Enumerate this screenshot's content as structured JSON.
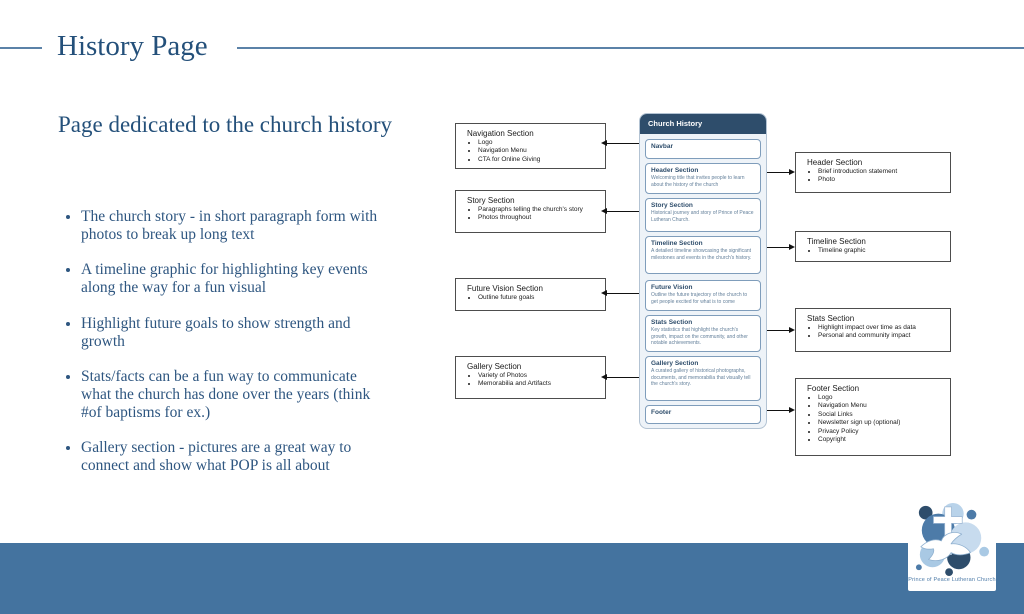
{
  "header": {
    "title": "History Page"
  },
  "notes": {
    "heading": "Page dedicated to the church history",
    "bullets": [
      "The church story - in short paragraph form with photos to break up long text",
      "A timeline graphic for highlighting key events along the way for a fun visual",
      "Highlight future goals to show strength and growth",
      "Stats/facts can be a fun way to communicate what the church has done over the years (think #of baptisms for ex.)",
      "Gallery section - pictures are a great way to connect and show what POP is all about"
    ]
  },
  "diagram": {
    "left_boxes": [
      {
        "title": "Navigation Section",
        "bullets": [
          "Logo",
          "Navigation Menu",
          "CTA for Online Giving"
        ]
      },
      {
        "title": "Story Section",
        "bullets": [
          "Paragraphs telling the church's story",
          "Photos throughout"
        ]
      },
      {
        "title": "Future Vision Section",
        "bullets": [
          "Outline future goals"
        ]
      },
      {
        "title": "Gallery Section",
        "bullets": [
          "Variety of Photos",
          "Memorabilia and Artifacts"
        ]
      }
    ],
    "center": {
      "header": "Church History",
      "items": [
        {
          "title": "Navbar",
          "desc": ""
        },
        {
          "title": "Header Section",
          "desc": "Welcoming title that invites people to learn about the history of the church"
        },
        {
          "title": "Story Section",
          "desc": "Historical journey and story of Prince of Peace Lutheran Church."
        },
        {
          "title": "Timeline Section",
          "desc": "A detailed timeline showcasing the significant milestones and events in the church's history."
        },
        {
          "title": "Future Vision",
          "desc": "Outline the future trajectory of the church to get people excited for what is to come"
        },
        {
          "title": "Stats Section",
          "desc": "Key statistics that highlight the church's growth, impact on the community, and other notable achievements."
        },
        {
          "title": "Gallery Section",
          "desc": "A curated gallery of historical photographs, documents, and memorabilia that visually tell the church's story."
        },
        {
          "title": "Footer",
          "desc": ""
        }
      ]
    },
    "right_boxes": [
      {
        "title": "Header Section",
        "bullets": [
          "Brief introduction statement",
          "Photo"
        ]
      },
      {
        "title": "Timeline Section",
        "bullets": [
          "Timeline graphic"
        ]
      },
      {
        "title": "Stats Section",
        "bullets": [
          "Highlight impact over time as data",
          "Personal and community impact"
        ]
      },
      {
        "title": "Footer Section",
        "bullets": [
          "Logo",
          "Navigation Menu",
          "Social Links",
          "Newsletter sign up (optional)",
          "Privacy Policy",
          "Copyright"
        ]
      }
    ]
  },
  "footer": {
    "logo_text": "Prince of Peace Lutheran Church"
  },
  "colors": {
    "heading_text": "#24507a",
    "body_text": "#2e5680",
    "rule_line": "#5b82a8",
    "bottom_bar": "#44739f",
    "center_header_bg": "#2e4d6b",
    "center_container_bg": "#eef3f8",
    "center_item_border": "#7f9dbb",
    "center_item_desc": "#64809b",
    "outer_box_border": "#4d4d4d",
    "arrow": "#111111",
    "logo_dark_blue": "#2e4d6b",
    "logo_mid_blue": "#4d7ba8",
    "logo_light_blue": "#a9c9e4",
    "logo_pale_blue": "#c7dbee"
  }
}
